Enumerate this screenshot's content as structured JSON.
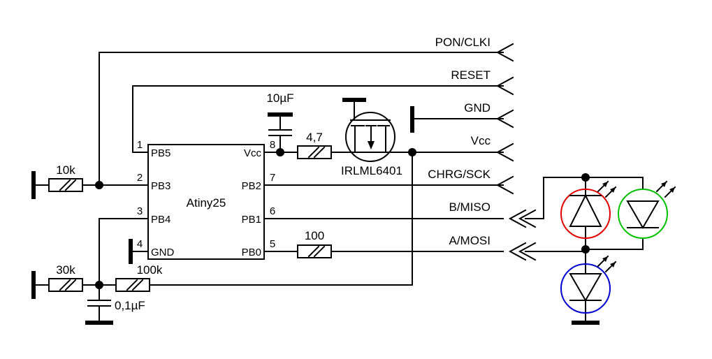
{
  "connector": {
    "pins": [
      "PON/CLKI",
      "RESET",
      "GND",
      "Vcc",
      "CHRG/SCK",
      "B/MISO",
      "A/MOSI"
    ]
  },
  "ic": {
    "name": "Atiny25",
    "left_pins": [
      {
        "num": "1",
        "label": "PB5"
      },
      {
        "num": "2",
        "label": "PB3"
      },
      {
        "num": "3",
        "label": "PB4"
      },
      {
        "num": "4",
        "label": "GND"
      }
    ],
    "right_pins": [
      {
        "num": "8",
        "label": "Vcc"
      },
      {
        "num": "7",
        "label": "PB2"
      },
      {
        "num": "6",
        "label": "PB1"
      },
      {
        "num": "5",
        "label": "PB0"
      }
    ]
  },
  "components": {
    "r_10k": "10k",
    "r_30k": "30k",
    "r_100k": "100k",
    "r_4_7": "4,7",
    "r_100": "100",
    "c_10uf": "10µF",
    "c_01uf": "0,1µF",
    "mosfet": "IRLML6401"
  },
  "colors": {
    "led_red": "#e00000",
    "led_green": "#00c000",
    "led_blue": "#0000d0"
  }
}
